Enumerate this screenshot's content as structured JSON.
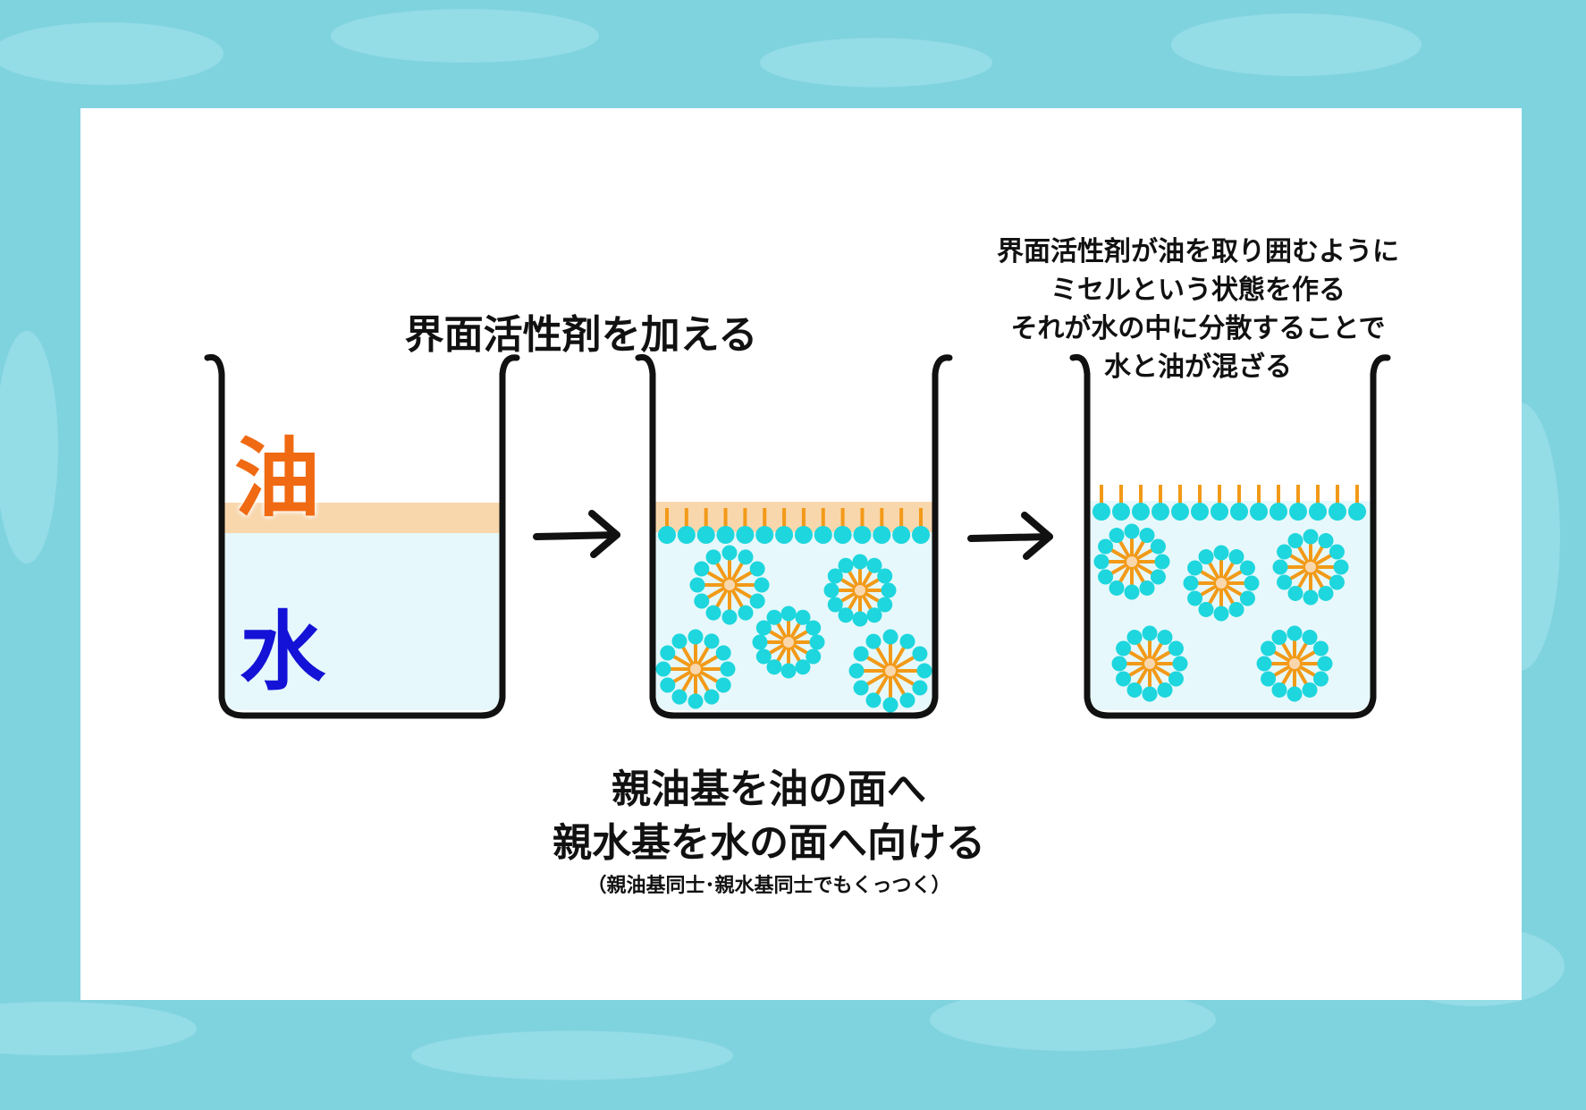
{
  "colors": {
    "background": "#7fd3df",
    "panel": "#ffffff",
    "water": "#e6f8fb",
    "oil": "#f9d7ad",
    "hydrophilic_head": "#1ed6dd",
    "hydrophobic_tail": "#f29a18",
    "outline": "#111111",
    "oil_label": "#f06a13",
    "water_label": "#1412d6"
  },
  "beaker1": {
    "oil_label": "油",
    "water_label": "水"
  },
  "beaker2": {
    "caption_top": "界面活性剤を加える",
    "caption_bottom_line1": "親油基を油の面へ",
    "caption_bottom_line2": "親水基を水の面へ向ける",
    "caption_note": "（親油基同士･親水基同士でもくっつく）"
  },
  "beaker3": {
    "caption_lines": [
      "界面活性剤が油を取り囲むように",
      "ミセルという状態を作る",
      "それが水の中に分散することで",
      "水と油が混ざる"
    ]
  },
  "icons": {
    "arrow1": "right-arrow-icon",
    "arrow2": "right-arrow-icon",
    "micelle": "micelle-icon",
    "surfactant": "surfactant-molecule-icon"
  }
}
